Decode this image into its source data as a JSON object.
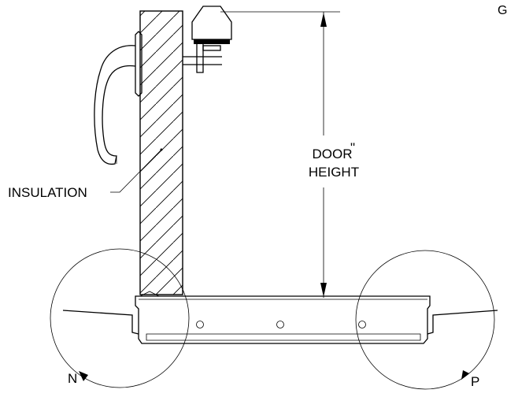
{
  "labels": {
    "corner_letter": "G",
    "insulation": "INSULATION",
    "door": "DOOR",
    "height": "HEIGHT",
    "inch_mark": "\"",
    "detail_left": "N",
    "detail_right": "P"
  }
}
